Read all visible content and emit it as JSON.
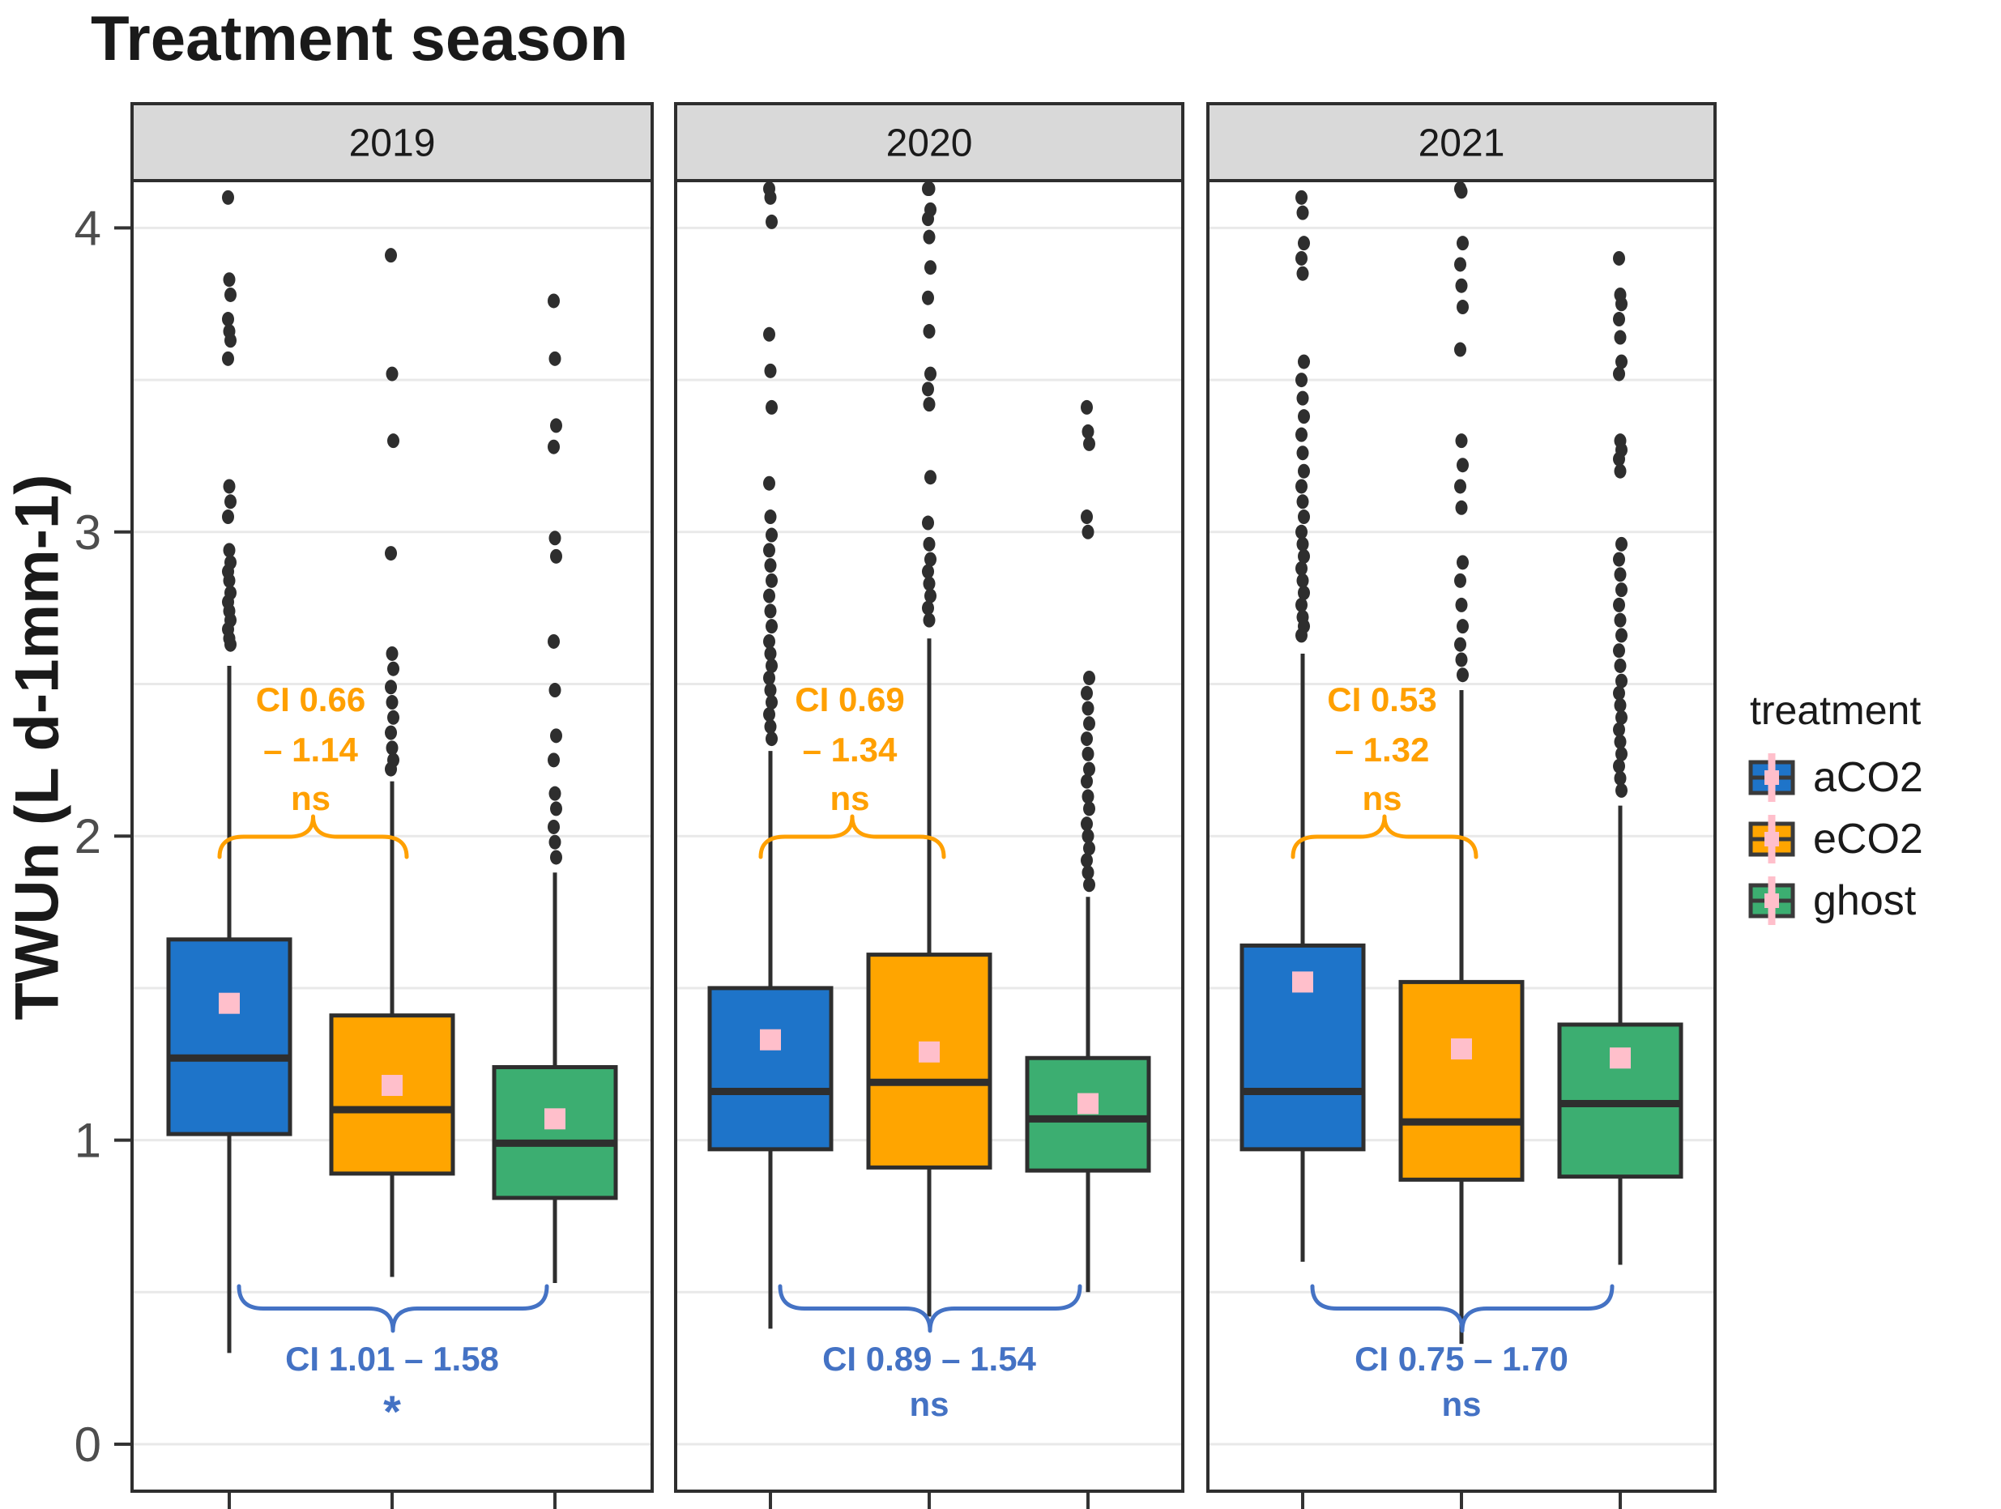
{
  "title": "Treatment season",
  "ylabel": "TWUn (L d-1mm-1)",
  "legend": {
    "title": "treatment",
    "items": [
      {
        "label": "aCO2",
        "color": "#1E74C9"
      },
      {
        "label": "eCO2",
        "color": "#FFA500"
      },
      {
        "label": "ghost",
        "color": "#3CAE71"
      }
    ]
  },
  "colors": {
    "aCO2": "#1E74C9",
    "eCO2": "#FFA500",
    "ghost": "#3CAE71",
    "mean_marker": "#FFBFCB",
    "outline": "#2E2E2E",
    "annotation_top": "#FFA000",
    "annotation_bottom": "#4472C4",
    "strip_bg": "#D9D9D9",
    "gridline": "#E9E9E9",
    "axis_text": "#4D4D4D"
  },
  "chart_data": {
    "type": "boxplot",
    "title": "Treatment season",
    "ylabel": "TWUn (L d-1mm-1)",
    "facet_labels": [
      "2019",
      "2020",
      "2021"
    ],
    "groups": [
      "aCO2",
      "eCO2",
      "ghost"
    ],
    "ylim": [
      -0.15,
      4.16
    ],
    "yticks": [
      0,
      1,
      2,
      3,
      4
    ],
    "gridline_step": 0.5,
    "legend_position": "right",
    "facets": [
      {
        "name": "2019",
        "boxes": [
          {
            "group": "aCO2",
            "whisker_low": 0.3,
            "q1": 1.02,
            "median": 1.27,
            "q3": 1.66,
            "whisker_high": 2.56,
            "mean": 1.45,
            "outliers": [
              4.1,
              3.83,
              3.78,
              3.7,
              3.66,
              3.63,
              3.57,
              3.15,
              3.1,
              3.05,
              2.94,
              2.9,
              2.87,
              2.84,
              2.8,
              2.77,
              2.74,
              2.71,
              2.68,
              2.65,
              2.63
            ]
          },
          {
            "group": "eCO2",
            "whisker_low": 0.55,
            "q1": 0.89,
            "median": 1.1,
            "q3": 1.41,
            "whisker_high": 2.18,
            "mean": 1.18,
            "outliers": [
              3.91,
              3.52,
              3.3,
              2.93,
              2.6,
              2.55,
              2.49,
              2.44,
              2.39,
              2.34,
              2.29,
              2.25,
              2.22
            ]
          },
          {
            "group": "ghost",
            "whisker_low": 0.53,
            "q1": 0.81,
            "median": 0.99,
            "q3": 1.24,
            "whisker_high": 1.88,
            "mean": 1.07,
            "outliers": [
              3.76,
              3.57,
              3.35,
              3.28,
              2.98,
              2.92,
              2.64,
              2.48,
              2.33,
              2.25,
              2.14,
              2.09,
              2.03,
              1.98,
              1.93
            ]
          }
        ],
        "annotation_top": {
          "label": "CI 0.66 – 1.14",
          "sig": "ns",
          "from": "aCO2",
          "to": "eCO2"
        },
        "annotation_bottom": {
          "label": "CI 1.01 – 1.58",
          "sig": "*",
          "from": "aCO2",
          "to": "ghost"
        }
      },
      {
        "name": "2020",
        "boxes": [
          {
            "group": "aCO2",
            "whisker_low": 0.38,
            "q1": 0.97,
            "median": 1.16,
            "q3": 1.5,
            "whisker_high": 2.28,
            "mean": 1.33,
            "outliers": [
              4.15,
              4.1,
              4.02,
              3.65,
              3.53,
              3.41,
              3.16,
              3.05,
              2.99,
              2.94,
              2.89,
              2.84,
              2.79,
              2.74,
              2.69,
              2.64,
              2.6,
              2.56,
              2.52,
              2.48,
              2.44,
              2.4,
              2.36,
              2.32
            ]
          },
          {
            "group": "eCO2",
            "whisker_low": 0.42,
            "q1": 0.91,
            "median": 1.19,
            "q3": 1.61,
            "whisker_high": 2.65,
            "mean": 1.29,
            "outliers": [
              4.16,
              4.13,
              4.06,
              4.03,
              3.97,
              3.87,
              3.77,
              3.66,
              3.52,
              3.47,
              3.42,
              3.18,
              3.03,
              2.96,
              2.91,
              2.87,
              2.83,
              2.79,
              2.75,
              2.71
            ]
          },
          {
            "group": "ghost",
            "whisker_low": 0.5,
            "q1": 0.9,
            "median": 1.07,
            "q3": 1.27,
            "whisker_high": 1.8,
            "mean": 1.12,
            "outliers": [
              3.41,
              3.33,
              3.29,
              3.05,
              3.0,
              2.52,
              2.47,
              2.42,
              2.37,
              2.32,
              2.27,
              2.22,
              2.18,
              2.13,
              2.09,
              2.04,
              2.0,
              1.96,
              1.92,
              1.88,
              1.84
            ]
          }
        ],
        "annotation_top": {
          "label": "CI 0.69 – 1.34",
          "sig": "ns",
          "from": "aCO2",
          "to": "eCO2"
        },
        "annotation_bottom": {
          "label": "CI  0.89 – 1.54",
          "sig": "ns",
          "from": "aCO2",
          "to": "ghost"
        }
      },
      {
        "name": "2021",
        "boxes": [
          {
            "group": "aCO2",
            "whisker_low": 0.6,
            "q1": 0.97,
            "median": 1.16,
            "q3": 1.64,
            "whisker_high": 2.6,
            "mean": 1.52,
            "outliers": [
              4.1,
              4.05,
              3.95,
              3.9,
              3.85,
              3.56,
              3.5,
              3.44,
              3.38,
              3.32,
              3.26,
              3.2,
              3.15,
              3.1,
              3.05,
              3.0,
              2.96,
              2.92,
              2.88,
              2.84,
              2.8,
              2.76,
              2.72,
              2.69,
              2.66
            ]
          },
          {
            "group": "eCO2",
            "whisker_low": 0.33,
            "q1": 0.87,
            "median": 1.06,
            "q3": 1.52,
            "whisker_high": 2.48,
            "mean": 1.3,
            "outliers": [
              4.15,
              4.12,
              3.95,
              3.88,
              3.81,
              3.74,
              3.6,
              3.3,
              3.22,
              3.15,
              3.08,
              2.9,
              2.84,
              2.76,
              2.69,
              2.63,
              2.58,
              2.53
            ]
          },
          {
            "group": "ghost",
            "whisker_low": 0.59,
            "q1": 0.88,
            "median": 1.12,
            "q3": 1.38,
            "whisker_high": 2.1,
            "mean": 1.27,
            "outliers": [
              3.9,
              3.78,
              3.75,
              3.7,
              3.64,
              3.56,
              3.52,
              3.3,
              3.27,
              3.24,
              3.2,
              2.96,
              2.91,
              2.86,
              2.81,
              2.76,
              2.71,
              2.66,
              2.61,
              2.56,
              2.51,
              2.47,
              2.43,
              2.39,
              2.35,
              2.31,
              2.27,
              2.23,
              2.19,
              2.15
            ]
          }
        ],
        "annotation_top": {
          "label": "CI 0.53 – 1.32",
          "sig": "ns",
          "from": "aCO2",
          "to": "eCO2"
        },
        "annotation_bottom": {
          "label": "CI  0.75 – 1.70",
          "sig": "ns",
          "from": "aCO2",
          "to": "ghost"
        }
      }
    ]
  }
}
